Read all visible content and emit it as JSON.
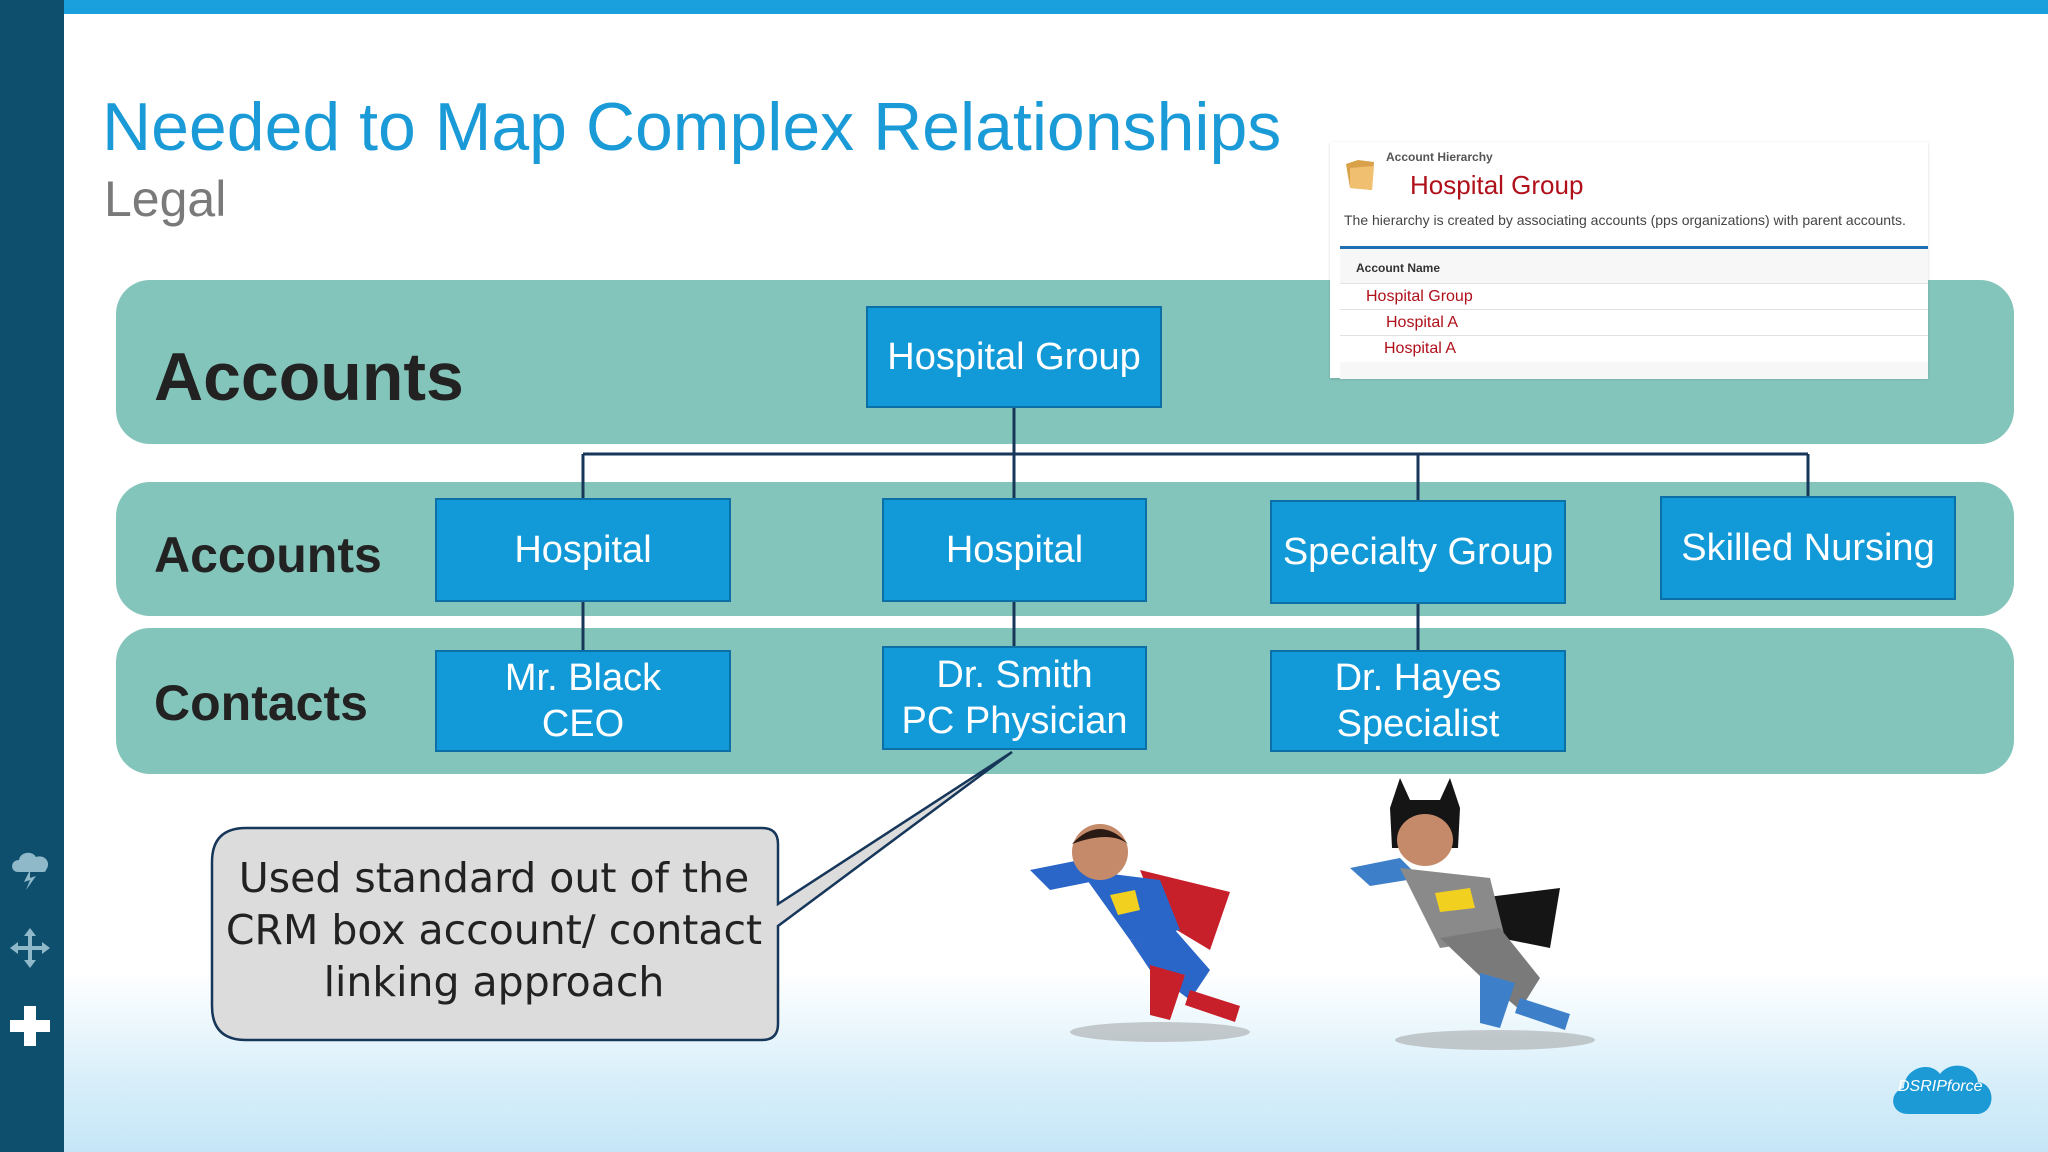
{
  "slide": {
    "title": "Needed to Map Complex Relationships",
    "subtitle": "Legal"
  },
  "rows": [
    {
      "label": "Accounts"
    },
    {
      "label": "Accounts"
    },
    {
      "label": "Contacts"
    }
  ],
  "nodes": {
    "root": "Hospital Group",
    "level2": [
      "Hospital",
      "Hospital",
      "Specialty Group",
      "Skilled Nursing"
    ],
    "contacts": [
      {
        "line1": "Mr. Black",
        "line2": "CEO"
      },
      {
        "line1": "Dr. Smith",
        "line2": "PC Physician"
      },
      {
        "line1": "Dr.  Hayes",
        "line2": "Specialist"
      }
    ]
  },
  "callout": {
    "text": "Used standard out of the CRM box account/ contact linking approach"
  },
  "hierarchy_screenshot": {
    "label": "Account Hierarchy",
    "title": "Hospital Group",
    "description": "The hierarchy is created by associating accounts (pps organizations) with parent accounts.",
    "column_header": "Account Name",
    "rows": [
      "Hospital Group",
      "Hospital A",
      "Hospital A"
    ]
  },
  "logo": {
    "text": "DSRIPforce"
  },
  "colors": {
    "title": "#1a9ad6",
    "node_fill": "#129ad8",
    "band": "#84c5bb",
    "sidebar": "#0e4f6e",
    "top_bar": "#1aa0dc"
  },
  "icons": [
    "cloud-lightning-icon",
    "move-arrows-icon",
    "plus-icon",
    "salesforce-cloud-logo"
  ]
}
